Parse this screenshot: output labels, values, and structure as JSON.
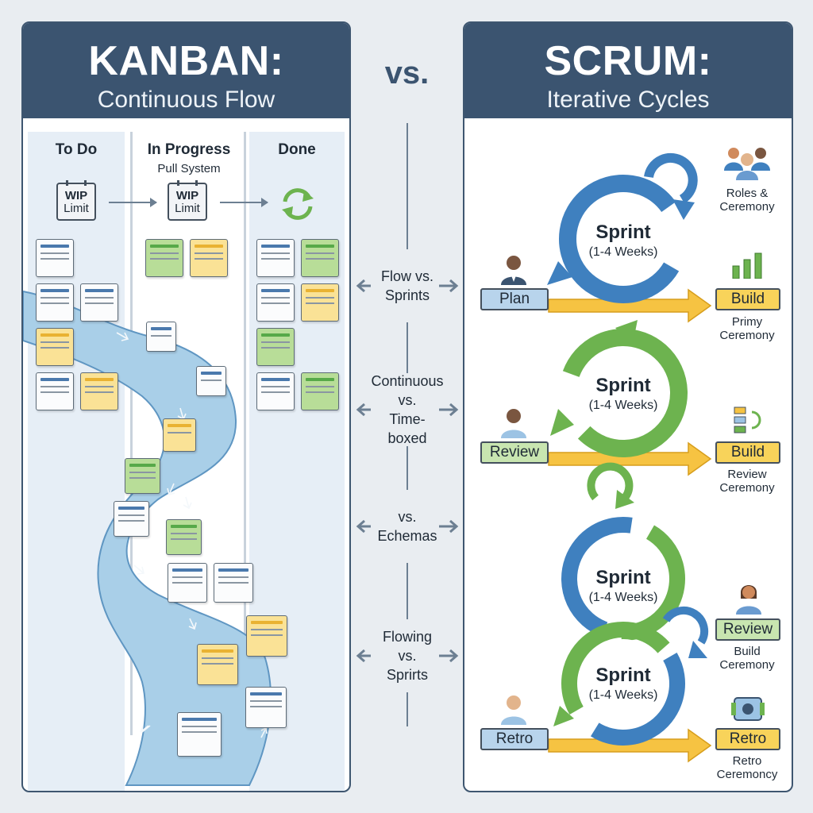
{
  "vs_label": "vs.",
  "kanban": {
    "title": "KANBAN:",
    "subtitle": "Continuous Flow",
    "columns": [
      {
        "label": "To Do",
        "sublabel": ""
      },
      {
        "label": "In Progress",
        "sublabel": "Pull System"
      },
      {
        "label": "Done",
        "sublabel": ""
      }
    ],
    "wip": {
      "line1": "WIP",
      "line2": "Limit"
    }
  },
  "scrum": {
    "title": "SCRUM:",
    "subtitle": "Iterative Cycles",
    "sprint_label": "Sprint",
    "sprint_duration": "(1-4 Weeks)",
    "rows": [
      {
        "left_box": "Plan",
        "right_box": "Build",
        "right_caption_1": "Primy",
        "right_caption_2": "Ceremony"
      },
      {
        "left_box": "Review",
        "right_box": "Build",
        "right_caption_1": "Review",
        "right_caption_2": "Ceremony"
      },
      {
        "left_box": "Retro",
        "right_box": "Retro",
        "right_caption_1": "Retro",
        "right_caption_2": "Ceremoncy"
      }
    ],
    "top_caption_1": "Roles &",
    "top_caption_2": "Ceremony",
    "review_box": "Review",
    "review_caption_1": "Build",
    "review_caption_2": "Ceremony"
  },
  "comparisons": [
    {
      "line1": "Flow vs.",
      "line2": "Sprints",
      "line3": ""
    },
    {
      "line1": "Continuous",
      "line2": "vs.",
      "line3": "Time-boxed"
    },
    {
      "line1": "vs.",
      "line2": "Echemas",
      "line3": ""
    },
    {
      "line1": "Flowing",
      "line2": "vs.",
      "line3": "Sprirts"
    }
  ],
  "colors": {
    "header": "#3b5470",
    "blue_cycle": "#3f80bf",
    "green_cycle": "#6db34f",
    "yellow_arrow": "#f6c342",
    "river": "#a9cfe8"
  }
}
